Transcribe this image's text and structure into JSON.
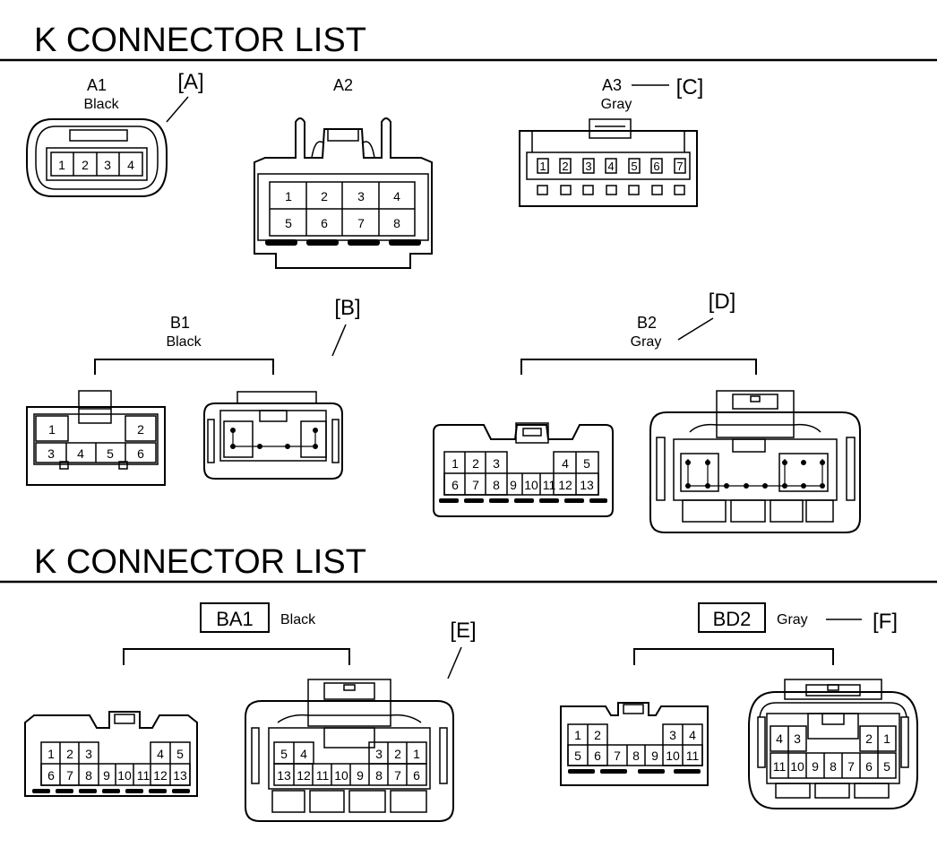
{
  "titles": {
    "top": "K  CONNECTOR LIST",
    "bottom": "K  CONNECTOR LIST"
  },
  "connectors": {
    "a1": {
      "name": "A1",
      "color": "Black",
      "callout": "[A]",
      "pins": [
        "1",
        "2",
        "3",
        "4"
      ]
    },
    "a2": {
      "name": "A2",
      "pins": [
        "1",
        "2",
        "3",
        "4",
        "5",
        "6",
        "7",
        "8"
      ]
    },
    "a3": {
      "name": "A3",
      "color": "Gray",
      "callout": "[C]",
      "pins": [
        "1",
        "2",
        "3",
        "4",
        "5",
        "6",
        "7"
      ]
    },
    "b1": {
      "name": "B1",
      "color": "Black",
      "callout": "[B]",
      "pins": [
        "1",
        "2",
        "3",
        "4",
        "5",
        "6"
      ]
    },
    "b2": {
      "name": "B2",
      "color": "Gray",
      "callout": "[D]",
      "pins": [
        "1",
        "2",
        "3",
        "4",
        "5",
        "6",
        "7",
        "8",
        "9",
        "10",
        "11",
        "12",
        "13"
      ]
    },
    "ba1": {
      "name": "BA1",
      "color": "Black",
      "callout": "[E]",
      "pins": [
        "1",
        "2",
        "3",
        "4",
        "5",
        "6",
        "7",
        "8",
        "9",
        "10",
        "11",
        "12",
        "13"
      ],
      "rear_top": [
        "5",
        "4",
        "3",
        "2",
        "1"
      ],
      "rear_bottom": [
        "13",
        "12",
        "11",
        "10",
        "9",
        "8",
        "7",
        "6"
      ]
    },
    "bd2": {
      "name": "BD2",
      "color": "Gray",
      "callout": "[F]",
      "pins": [
        "1",
        "2",
        "3",
        "4",
        "5",
        "6",
        "7",
        "8",
        "9",
        "10",
        "11"
      ],
      "rear_top": [
        "4",
        "3",
        "2",
        "1"
      ],
      "rear_bottom": [
        "11",
        "10",
        "9",
        "8",
        "7",
        "6",
        "5"
      ]
    }
  }
}
